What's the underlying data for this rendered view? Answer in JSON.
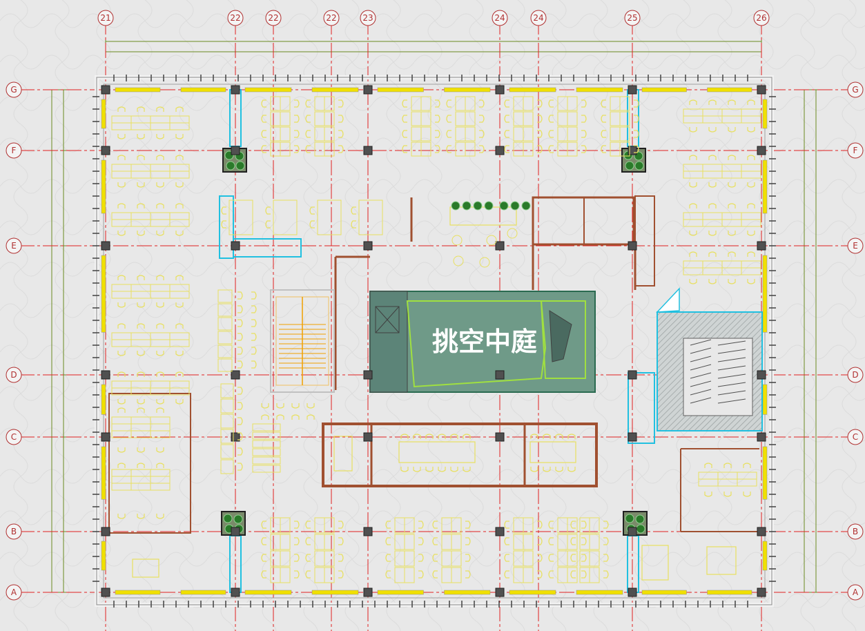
{
  "plan": {
    "atrium_label": "挑空中庭",
    "column_grid_labels": [
      "21",
      "22",
      "22",
      "22",
      "23",
      "24",
      "24",
      "25",
      "26"
    ],
    "row_grid_labels": [
      "G",
      "F",
      "E",
      "D",
      "C",
      "B",
      "A"
    ],
    "colors": {
      "background": "#e8e8e8",
      "axis_line": "#e02020",
      "wall": "#a05030",
      "furniture": "#e8e060",
      "window": "#f0e000",
      "glass": "#20c0e0",
      "stair": "#f0a000",
      "atrium_fill": "#6f9a88",
      "planter": "#2a7a2a",
      "dimension_line": "#6a8a20",
      "column": "#505050"
    }
  }
}
